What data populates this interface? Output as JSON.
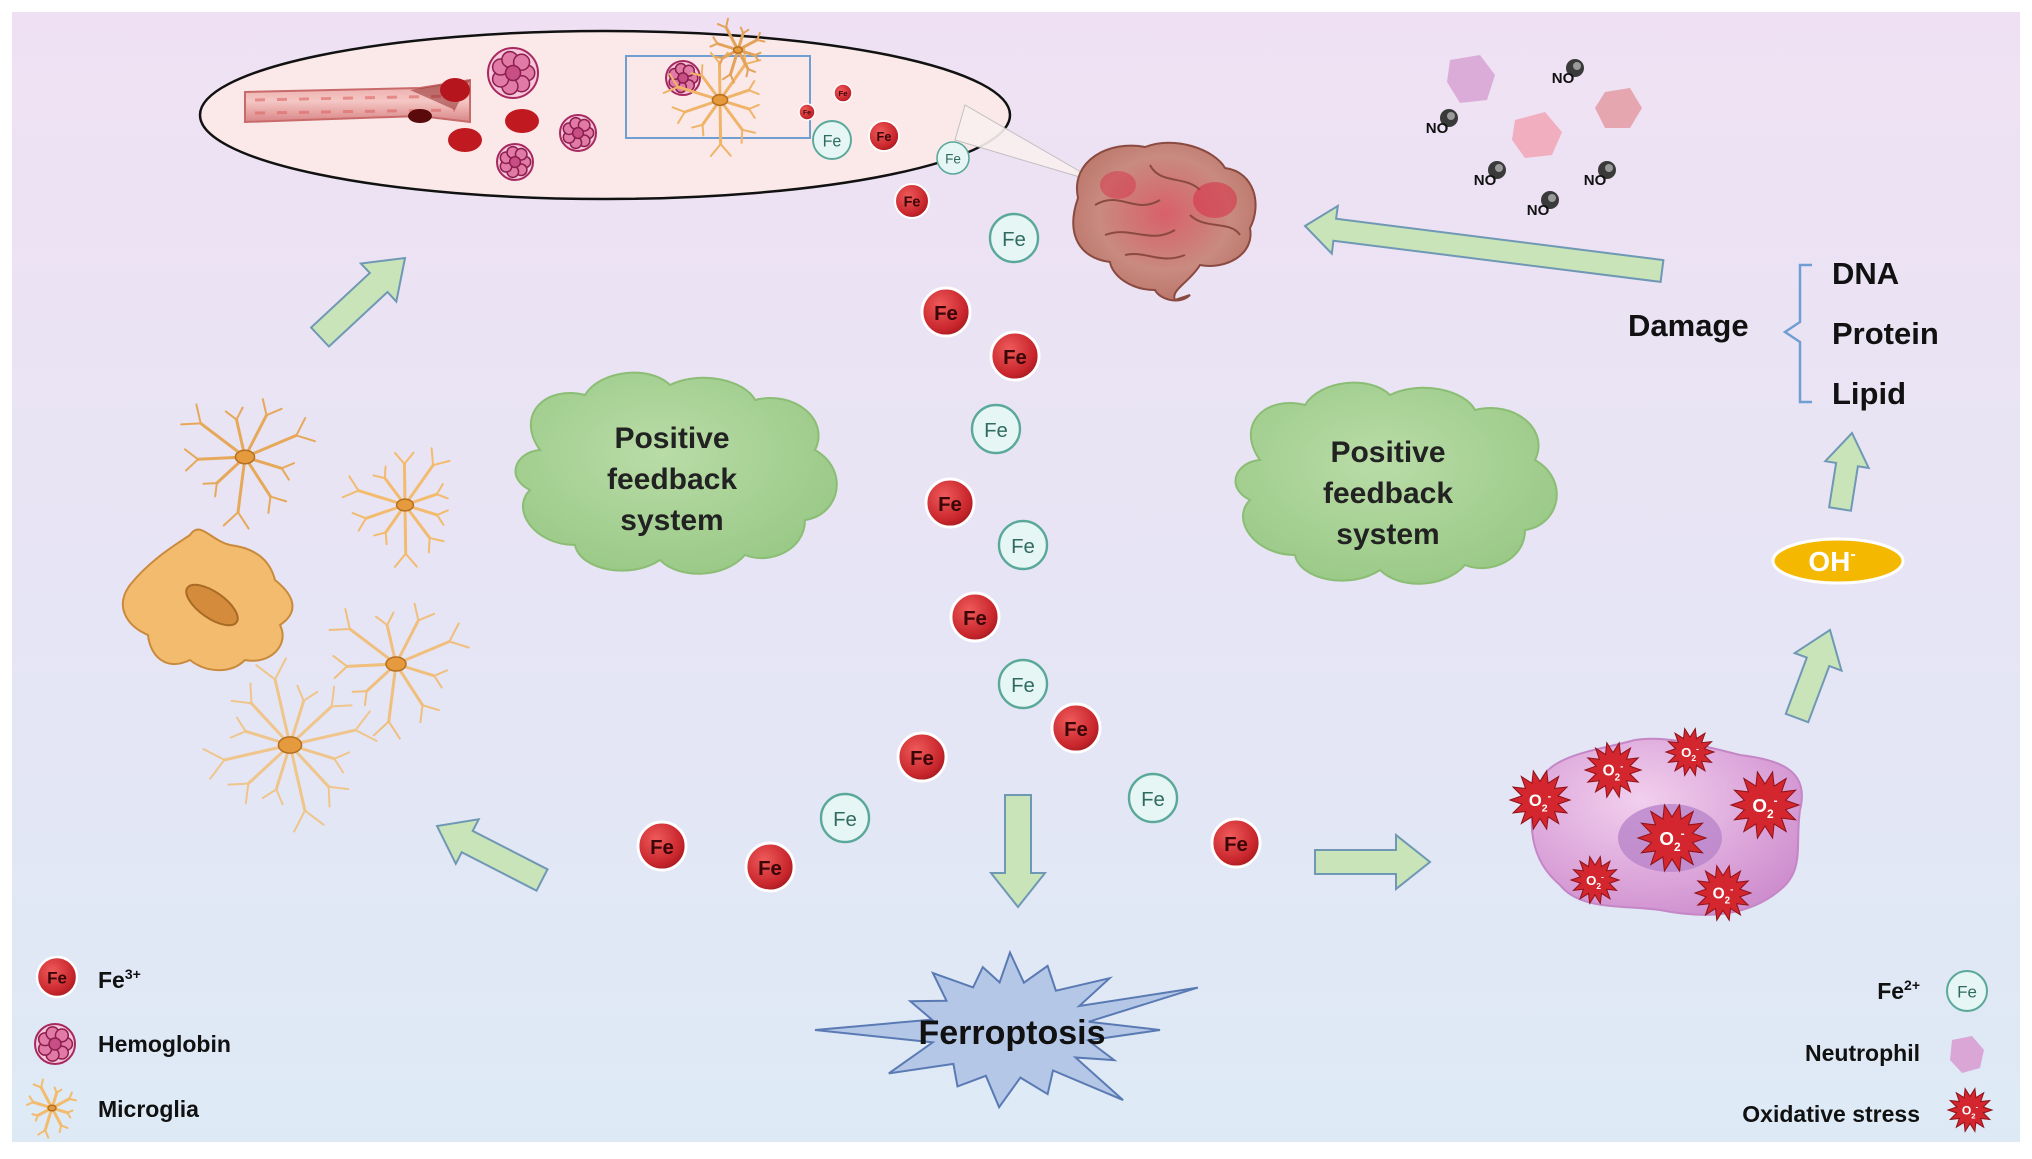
{
  "cloud_left": {
    "line1": "Positive",
    "line2": "feedback",
    "line3": "system"
  },
  "cloud_right": {
    "line1": "Positive",
    "line2": "feedback",
    "line3": "system"
  },
  "damage": {
    "label": "Damage",
    "items": [
      "DNA",
      "Protein",
      "Lipid"
    ]
  },
  "oh": {
    "base": "OH",
    "sup": "-"
  },
  "ferroptosis": "Ferroptosis",
  "fe_symbol": "Fe",
  "no_label": "NO",
  "o2": {
    "base": "O",
    "sub": "2",
    "sup": "-"
  },
  "legend_left": [
    {
      "label": "Fe",
      "sup": "3+"
    },
    {
      "label": "Hemoglobin",
      "sup": ""
    },
    {
      "label": "Microglia",
      "sup": ""
    }
  ],
  "legend_right": [
    {
      "label": "Fe",
      "sup": "2+"
    },
    {
      "label": "Neutrophil",
      "sup": ""
    },
    {
      "label": "Oxidative stress",
      "sup": ""
    }
  ],
  "colors": {
    "fe3": "#c8282e",
    "fe2_fill": "#e6f6f4",
    "fe2_stroke": "#5aa89a",
    "cloud": "#a5d293",
    "arrow": "#c8e4b8",
    "arrow_stroke": "#6f98b4",
    "oh": "#f5b800",
    "neutrophil": "#e2aedd",
    "microglia": "#f3bb6e",
    "starburst": "#b5c7e7"
  },
  "icons": [
    "fe3-icon",
    "fe2-icon",
    "hemoglobin-icon",
    "microglia-icon",
    "neutrophil-icon",
    "oxidative-stress-icon",
    "brain-icon",
    "no-molecule-icon",
    "blood-vessel-icon"
  ]
}
